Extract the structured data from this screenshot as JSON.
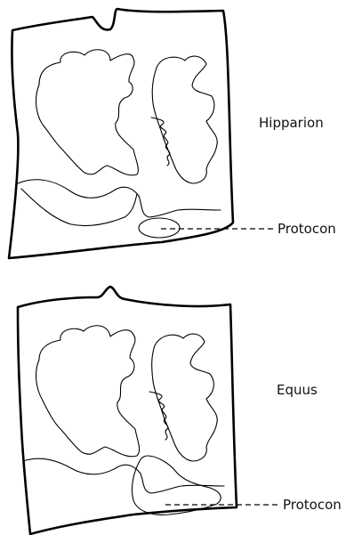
{
  "diagram": {
    "upper_tooth": {
      "name": "Hipparion",
      "part_label": "Protocon"
    },
    "lower_tooth": {
      "name": "Equus",
      "part_label": "Protocon"
    }
  },
  "colors": {
    "ink": "#000000",
    "background": "#ffffff"
  }
}
